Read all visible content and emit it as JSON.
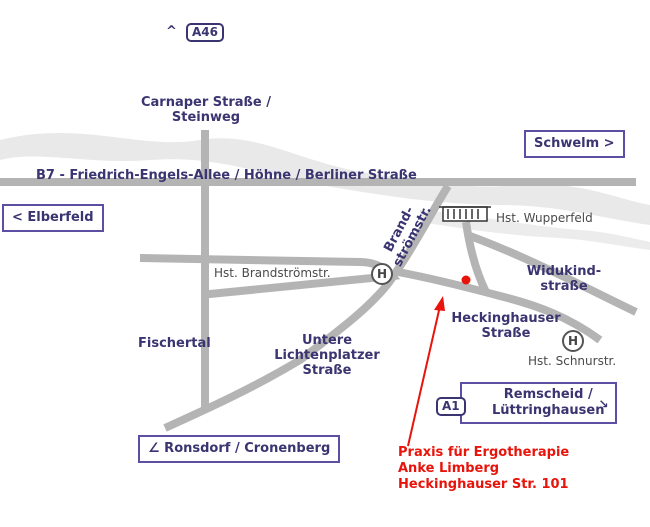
{
  "roads": {
    "a46_arrow": "^",
    "a46": "A46",
    "carnaper_1": "Carnaper Straße /",
    "carnaper_2": "Steinweg",
    "b7": "B7 - Friedrich-Engels-Allee / Höhne / Berliner Straße",
    "brandstr_1": "Brand-",
    "brandstr_2": "strömstr.",
    "widukind_1": "Widukind-",
    "widukind_2": "straße",
    "heckinghauser_1": "Heckinghauser",
    "heckinghauser_2": "Straße",
    "fischertal": "Fischertal",
    "lichtenplatzer_1": "Untere",
    "lichtenplatzer_2": "Lichtenplatzer",
    "lichtenplatzer_3": "Straße"
  },
  "stops": {
    "wupperfeld": "Hst. Wupperfeld",
    "brandstroem": "Hst. Brandströmstr.",
    "schnurstr": "Hst. Schnurstr.",
    "h_symbol": "H"
  },
  "destinations": {
    "schwelm": "Schwelm >",
    "elberfeld": "< Elberfeld",
    "ronsdorf": "∠ Ronsdorf / Cronenberg",
    "remscheid_badge": "A1",
    "remscheid_1": "Remscheid /",
    "remscheid_2": "Lüttringhausen",
    "remscheid_arrow": "↘"
  },
  "practice": {
    "line1": "Praxis für Ergotherapie",
    "line2": "Anke Limberg",
    "line3": "Heckinghauser Str. 101"
  },
  "colors": {
    "road": "#b4b4b4",
    "river": "#e6e6e6",
    "label": "#3a3470",
    "marker": "#e8140c"
  }
}
